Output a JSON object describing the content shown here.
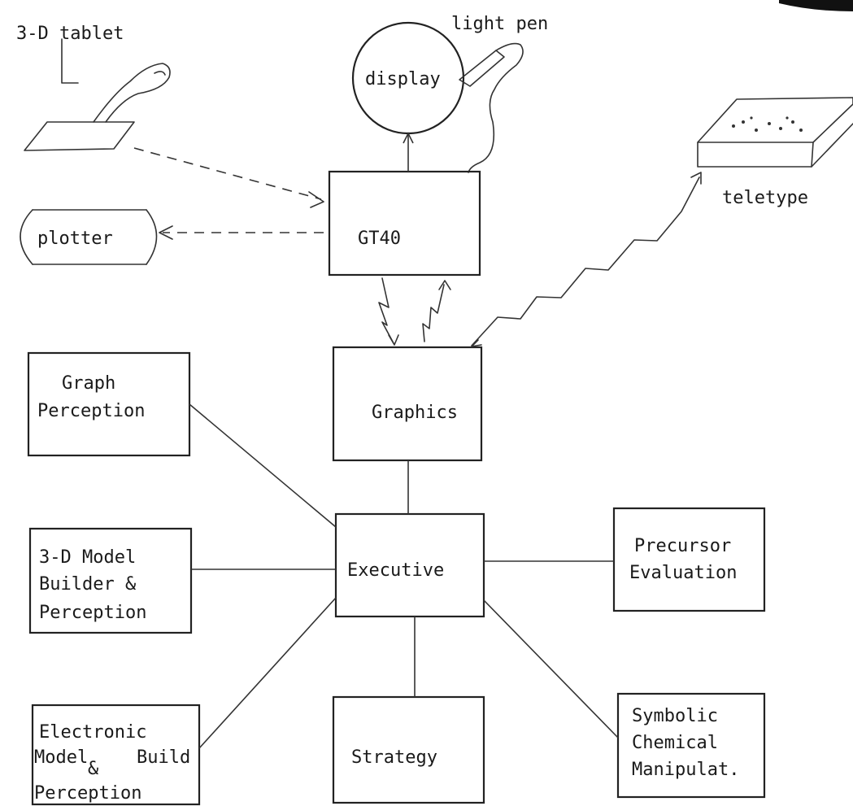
{
  "devices": {
    "tablet": "3-D tablet",
    "light_pen": "light pen",
    "display": "display",
    "plotter": "plotter",
    "teletype": "teletype"
  },
  "nodes": {
    "gt40": "GT40",
    "graphics": "Graphics",
    "executive": "Executive",
    "strategy": "Strategy",
    "graph_perception": [
      "Graph",
      "Perception"
    ],
    "model_builder": [
      "3-D Model",
      "Builder &",
      "Perception"
    ],
    "electronic_model": [
      "Electronic",
      "Model",
      "&",
      "Build",
      "Perception"
    ],
    "precursor_evaluation": [
      "Precursor",
      "Evaluation"
    ],
    "symbolic_chemical": [
      "Symbolic",
      "Chemical",
      "Manipulat."
    ]
  }
}
